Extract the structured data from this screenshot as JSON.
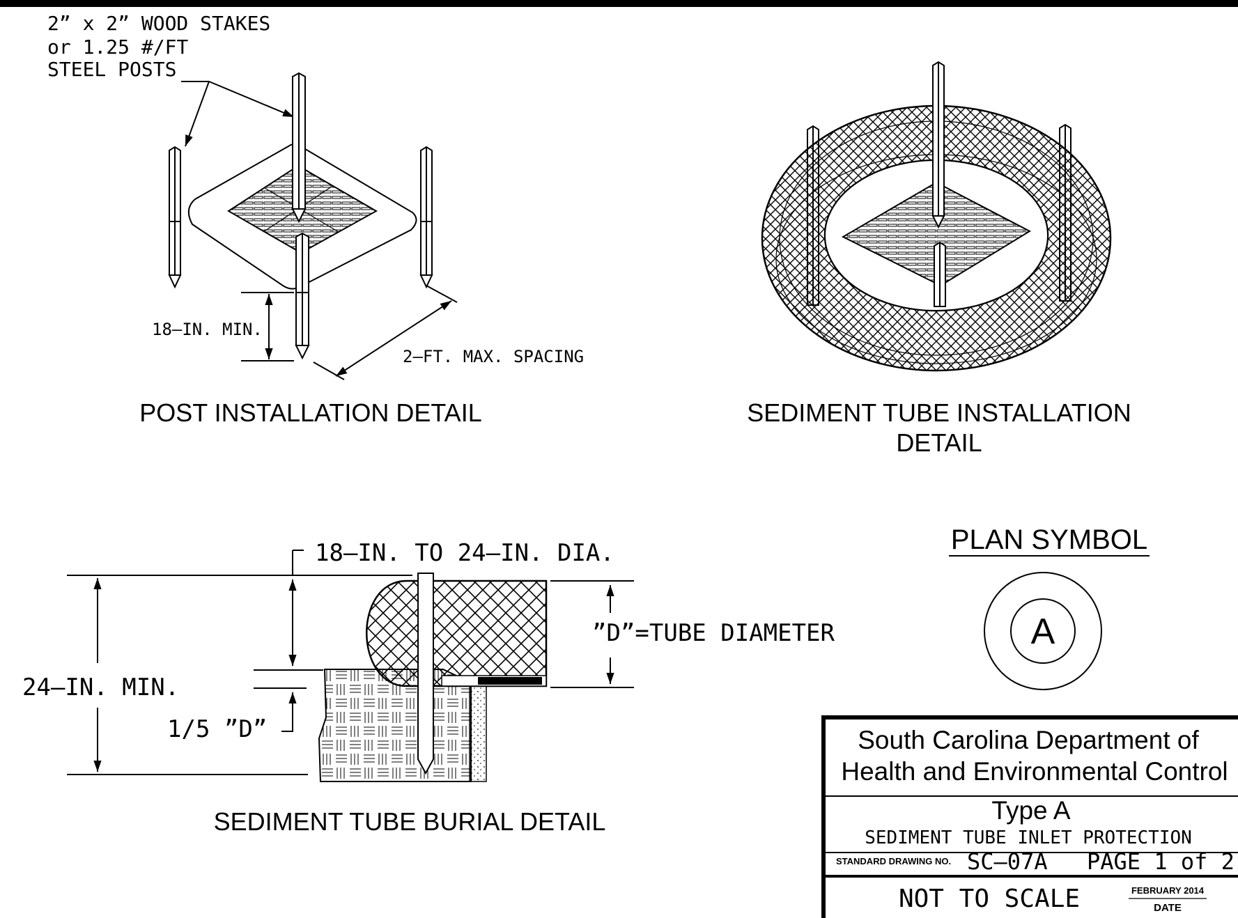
{
  "post_detail": {
    "stake_note_1": "2” x 2” WOOD STAKES",
    "stake_note_2": "or 1.25 #/FT",
    "stake_note_3": "STEEL POSTS",
    "min_depth": "18–IN. MIN.",
    "spacing": "2–FT. MAX. SPACING",
    "title": "POST INSTALLATION DETAIL"
  },
  "tube_detail": {
    "title_1": "SEDIMENT TUBE INSTALLATION",
    "title_2": "DETAIL"
  },
  "burial_detail": {
    "dia": "18–IN. TO 24–IN. DIA.",
    "tube_diameter": "”D”=TUBE DIAMETER",
    "min_depth": "24–IN. MIN.",
    "fifth_d": "1/5 ”D”",
    "title": "SEDIMENT TUBE BURIAL DETAIL"
  },
  "plan_symbol": {
    "title": "PLAN SYMBOL",
    "letter": "A"
  },
  "title_block": {
    "agency_1": "South Carolina Department of",
    "agency_2": "Health and Environmental Control",
    "type": "Type A",
    "name": "SEDIMENT TUBE INLET PROTECTION",
    "drawing_no_label": "STANDARD DRAWING NO.",
    "drawing_no": "SC–07A",
    "page": "PAGE 1 of 2",
    "scale": "NOT TO SCALE",
    "date": "FEBRUARY 2014",
    "date_label": "DATE"
  }
}
